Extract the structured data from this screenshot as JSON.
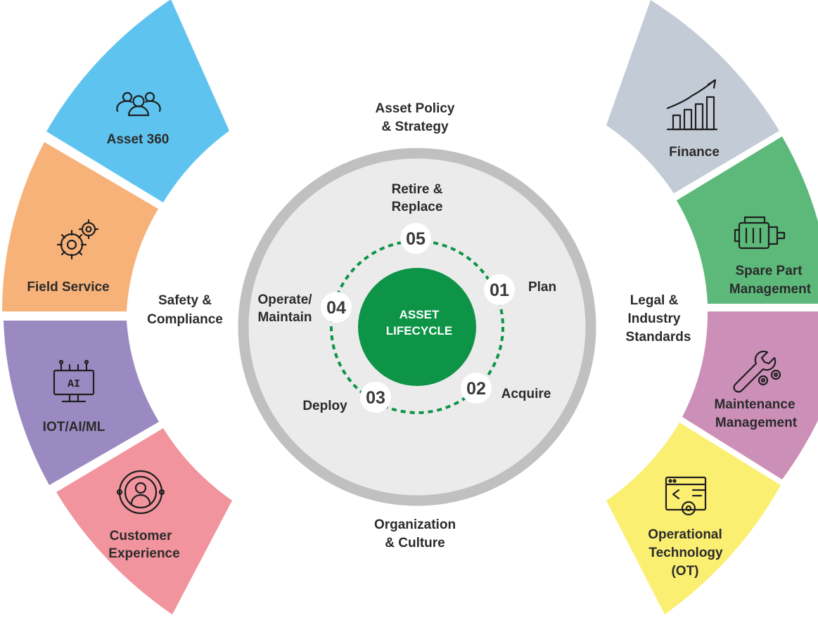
{
  "center": {
    "title_line1": "ASSET",
    "title_line2": "LIFECYCLE",
    "fill": "#0d9447"
  },
  "ring": {
    "fill": "#ebebeb",
    "stroke": "#c0c0c0"
  },
  "pillars": {
    "top": {
      "line1": "Asset Policy",
      "line2": "& Strategy"
    },
    "bottom": {
      "line1": "Organization",
      "line2": "& Culture"
    },
    "left": {
      "line1": "Safety &",
      "line2": "Compliance"
    },
    "right": {
      "line1": "Legal &",
      "line2": "Industry",
      "line3": "Standards"
    }
  },
  "stages": [
    {
      "num": "01",
      "line1": "Plan",
      "line2": ""
    },
    {
      "num": "02",
      "line1": "Acquire",
      "line2": ""
    },
    {
      "num": "03",
      "line1": "Deploy",
      "line2": ""
    },
    {
      "num": "04",
      "line1": "Operate/",
      "line2": "Maintain"
    },
    {
      "num": "05",
      "line1": "Retire &",
      "line2": "Replace"
    }
  ],
  "left_segments": [
    {
      "line1": "Asset 360",
      "line2": "",
      "color": "#5ec4ef",
      "icon": "people-icon"
    },
    {
      "line1": "Field Service",
      "line2": "",
      "color": "#f7b27a",
      "icon": "gears-icon"
    },
    {
      "line1": "IOT/AI/ML",
      "line2": "",
      "color": "#9b8ac2",
      "icon": "ai-monitor-icon"
    },
    {
      "line1": "Customer",
      "line2": "Experience",
      "color": "#f2949e",
      "icon": "customer-icon"
    }
  ],
  "right_segments": [
    {
      "line1": "Finance",
      "line2": "",
      "line3": "",
      "color": "#c3ccd6",
      "icon": "growth-chart-icon"
    },
    {
      "line1": "Spare Part",
      "line2": "Management",
      "line3": "",
      "color": "#5db97a",
      "icon": "motor-icon"
    },
    {
      "line1": "Maintenance",
      "line2": "Management",
      "line3": "",
      "color": "#cc8fb8",
      "icon": "wrench-icon"
    },
    {
      "line1": "Operational",
      "line2": "Technology",
      "line3": "(OT)",
      "color": "#fbef72",
      "icon": "code-window-icon"
    }
  ]
}
